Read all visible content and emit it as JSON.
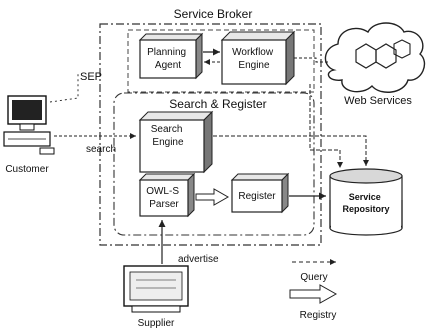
{
  "diagram": {
    "service_broker": "Service Broker",
    "sep": "SEP",
    "search_register": "Search & Register",
    "planning_agent": [
      "Planning",
      "Agent"
    ],
    "workflow_engine": [
      "Workflow",
      "Engine"
    ],
    "web_services": "Web Services",
    "search_engine": [
      "Search",
      "Engine"
    ],
    "owls_parser": [
      "OWL-S",
      "Parser"
    ],
    "register": "Register",
    "service_repository": [
      "Service",
      "Repository"
    ],
    "customer": "Customer",
    "search": "search",
    "advertise": "advertise",
    "supplier": "Supplier",
    "legend_query": "Query",
    "legend_registry": "Registry"
  }
}
